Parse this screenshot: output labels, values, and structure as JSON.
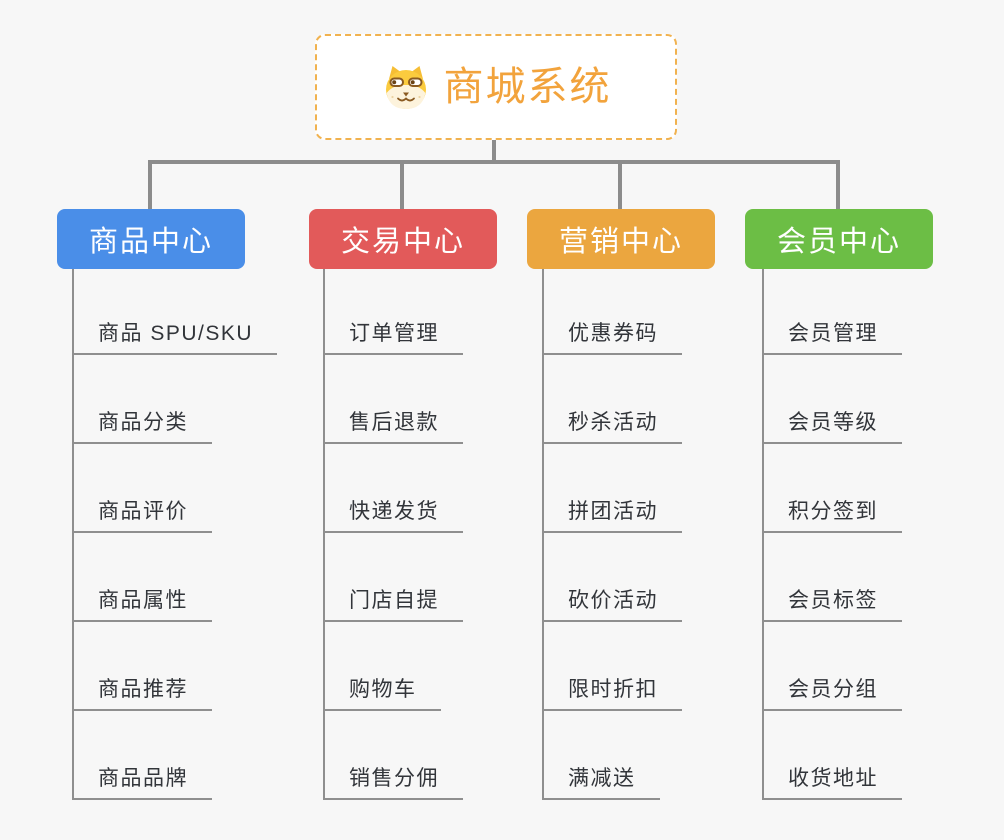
{
  "root": {
    "title": "商城系统",
    "icon": "shiba-dog-face-icon",
    "border_color": "#F1B24F",
    "title_color": "#F2A33C"
  },
  "branches": [
    {
      "label": "商品中心",
      "color": "#4A8EE8",
      "items": [
        "商品 SPU/SKU",
        "商品分类",
        "商品评价",
        "商品属性",
        "商品推荐",
        "商品品牌"
      ]
    },
    {
      "label": "交易中心",
      "color": "#E25A5A",
      "items": [
        "订单管理",
        "售后退款",
        "快递发货",
        "门店自提",
        "购物车",
        "销售分佣"
      ]
    },
    {
      "label": "营销中心",
      "color": "#EBA63F",
      "items": [
        "优惠券码",
        "秒杀活动",
        "拼团活动",
        "砍价活动",
        "限时折扣",
        "满减送"
      ]
    },
    {
      "label": "会员中心",
      "color": "#6CBE45",
      "items": [
        "会员管理",
        "会员等级",
        "积分签到",
        "会员标签",
        "会员分组",
        "收货地址"
      ]
    }
  ],
  "palette": {
    "background": "#F7F7F7",
    "connector": "#8C8C8C",
    "sub_line": "#8F8F8F",
    "item_text": "#32353A",
    "branch_text": "#FFFFFF"
  }
}
